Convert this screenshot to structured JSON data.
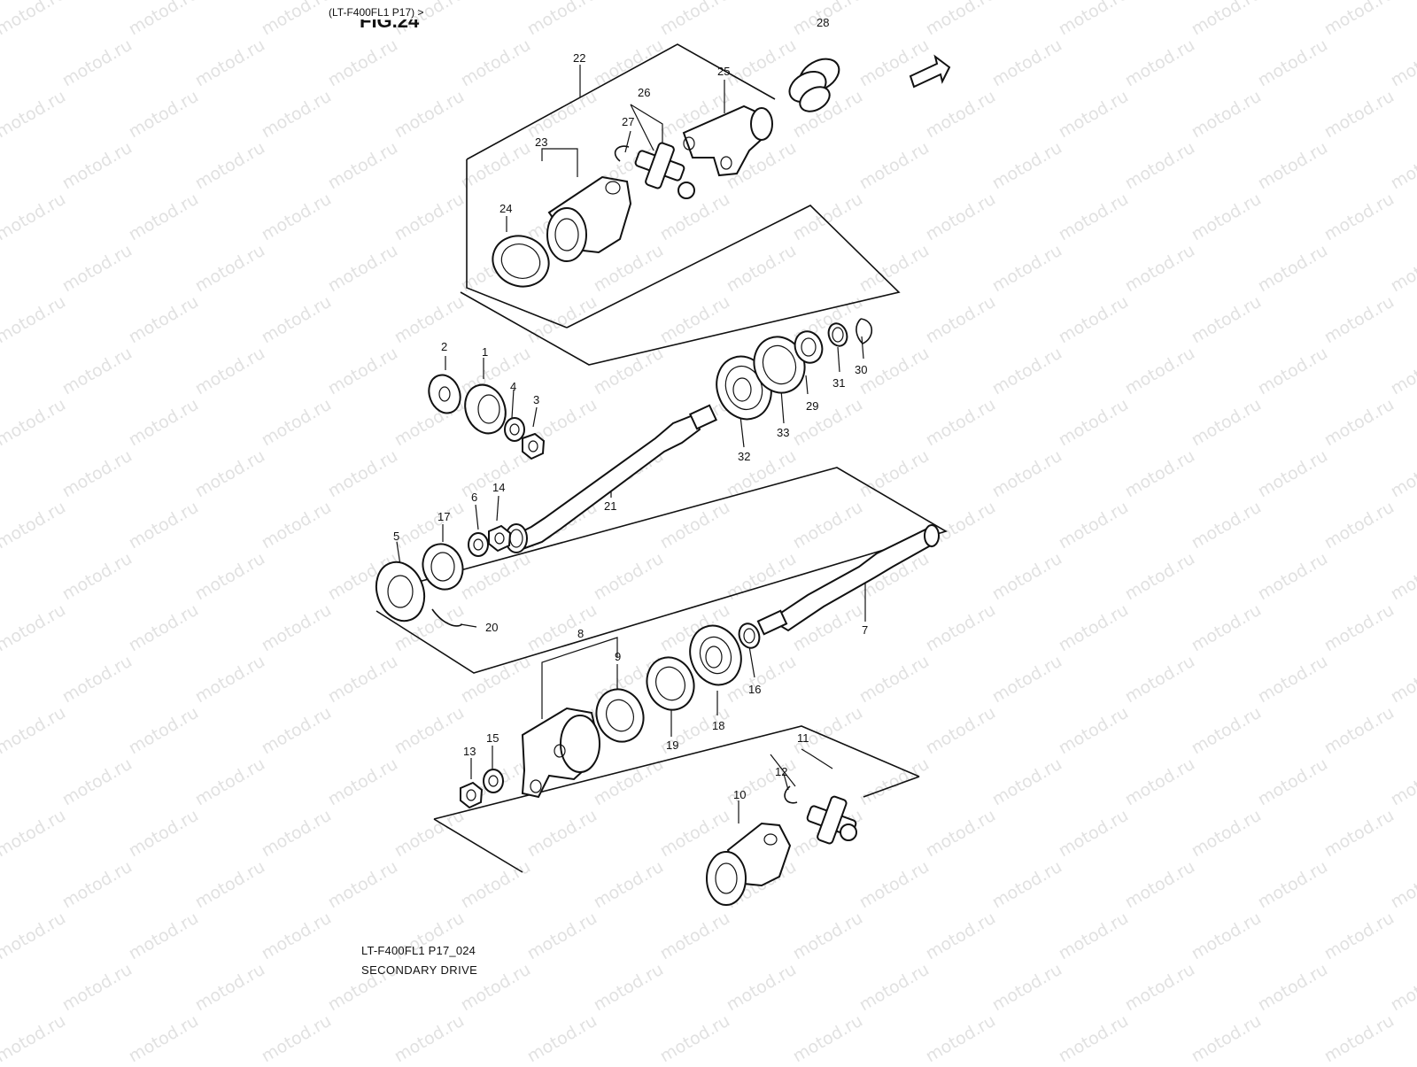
{
  "header": {
    "ref": "(LT-F400FL1 P17) >",
    "fig_fragment": "FIG.24"
  },
  "fwd_badge": "FWD",
  "caption": {
    "code": "LT-F400FL1 P17_024",
    "title": "SECONDARY DRIVE"
  },
  "watermark": "motod.ru",
  "callouts": [
    "1",
    "2",
    "3",
    "4",
    "5",
    "6",
    "7",
    "8",
    "9",
    "10",
    "11",
    "12",
    "13",
    "14",
    "15",
    "16",
    "17",
    "18",
    "19",
    "20",
    "21",
    "22",
    "23",
    "24",
    "25",
    "26",
    "27",
    "28",
    "29",
    "30",
    "31",
    "32",
    "33"
  ]
}
